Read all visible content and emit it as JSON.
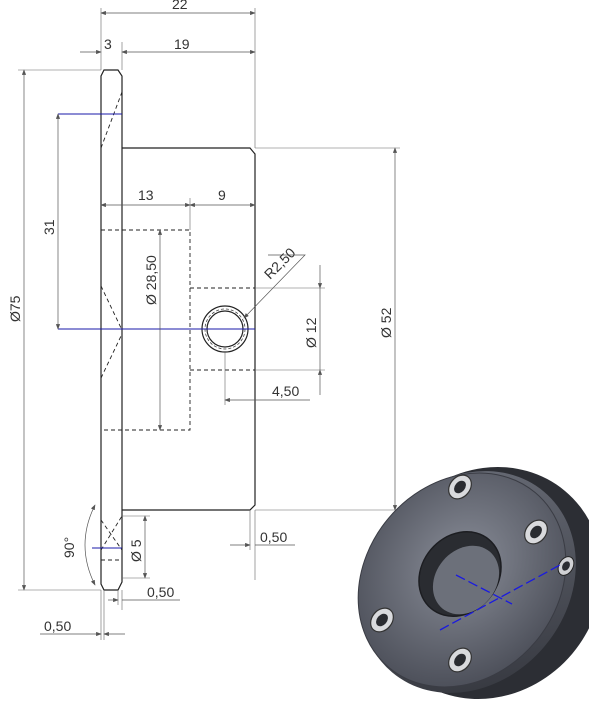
{
  "drawing": {
    "labels": {
      "overall_length": "22",
      "flange_thickness": "3",
      "hub_length": "19",
      "bolt_circle": "31",
      "flange_diameter": "Ø75",
      "pocket_length": "13",
      "hole_offset": "9",
      "bore_diameter": "Ø 28,50",
      "hole_radius": "R2,50",
      "hole_diameter": "Ø 12",
      "hub_diameter": "Ø 52",
      "hole_depth": "4,50",
      "countersink_angle": "90°",
      "bolt_hole_diameter": "Ø 5",
      "chamfer_right": "0,50",
      "chamfer_left": "0,50",
      "chamfer_bottom": "0,50"
    }
  }
}
